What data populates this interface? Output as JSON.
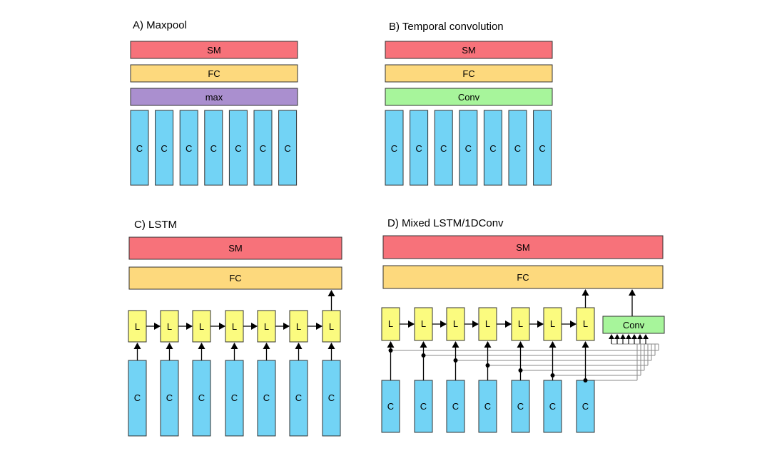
{
  "colors": {
    "sm": "#f7727a",
    "fc": "#fdd97d",
    "max": "#aa8fcf",
    "conv": "#a7f59b",
    "c": "#72d3f5",
    "l": "#fbfb7f",
    "stroke": "#333333",
    "wire": "#8a8a8a"
  },
  "panels": {
    "a": {
      "title": "A) Maxpool",
      "sm": "SM",
      "fc": "FC",
      "pool": "max",
      "c": [
        "C",
        "C",
        "C",
        "C",
        "C",
        "C",
        "C"
      ]
    },
    "b": {
      "title": "B) Temporal convolution",
      "sm": "SM",
      "fc": "FC",
      "pool": "Conv",
      "c": [
        "C",
        "C",
        "C",
        "C",
        "C",
        "C",
        "C"
      ]
    },
    "c": {
      "title": "C) LSTM",
      "sm": "SM",
      "fc": "FC",
      "l": [
        "L",
        "L",
        "L",
        "L",
        "L",
        "L",
        "L"
      ],
      "c": [
        "C",
        "C",
        "C",
        "C",
        "C",
        "C",
        "C"
      ]
    },
    "d": {
      "title": "D) Mixed LSTM/1DConv",
      "sm": "SM",
      "fc": "FC",
      "conv": "Conv",
      "l": [
        "L",
        "L",
        "L",
        "L",
        "L",
        "L",
        "L"
      ],
      "c": [
        "C",
        "C",
        "C",
        "C",
        "C",
        "C",
        "C"
      ]
    }
  }
}
